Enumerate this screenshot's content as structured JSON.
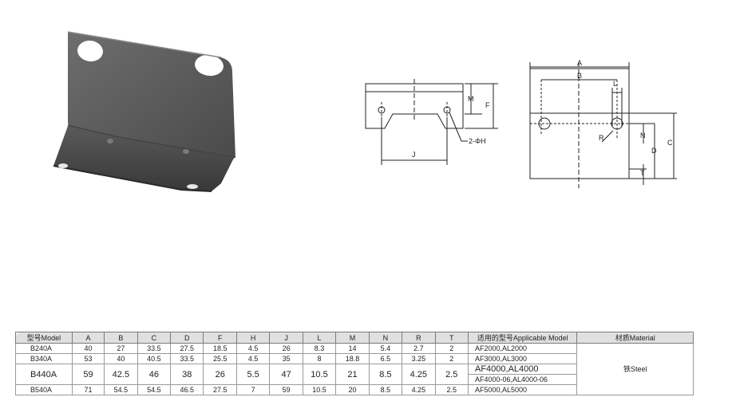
{
  "drawing": {
    "labels": {
      "M": "M",
      "F": "F",
      "J": "J",
      "hole": "2-ΦH",
      "A": "A",
      "B": "B",
      "L": "L",
      "R": "R",
      "N": "N",
      "D": "D",
      "C": "C",
      "T": "T"
    }
  },
  "table": {
    "headers": [
      "型号Model",
      "A",
      "B",
      "C",
      "D",
      "F",
      "H",
      "J",
      "L",
      "M",
      "N",
      "R",
      "T",
      "适用的型号Applicable Model",
      "材质Material"
    ],
    "material": "铁Steel",
    "rows": [
      {
        "model": "B240A",
        "vals": [
          "40",
          "27",
          "33.5",
          "27.5",
          "18.5",
          "4.5",
          "26",
          "8.3",
          "14",
          "5.4",
          "2.7",
          "2"
        ],
        "apps": [
          "AF2000,AL2000"
        ]
      },
      {
        "model": "B340A",
        "vals": [
          "53",
          "40",
          "40.5",
          "33.5",
          "25.5",
          "4.5",
          "35",
          "8",
          "18.8",
          "6.5",
          "3.25",
          "2"
        ],
        "apps": [
          "AF3000,AL3000"
        ]
      },
      {
        "model": "B440A",
        "vals": [
          "59",
          "42.5",
          "46",
          "38",
          "26",
          "5.5",
          "47",
          "10.5",
          "21",
          "8.5",
          "4.25",
          "2.5"
        ],
        "apps": [
          "AF4000,AL4000",
          "AF4000-06,AL4000-06"
        ]
      },
      {
        "model": "B540A",
        "vals": [
          "71",
          "54.5",
          "54.5",
          "46.5",
          "27.5",
          "7",
          "59",
          "10.5",
          "20",
          "8.5",
          "4.25",
          "2.5"
        ],
        "apps": [
          "AF5000,AL5000"
        ]
      }
    ]
  }
}
